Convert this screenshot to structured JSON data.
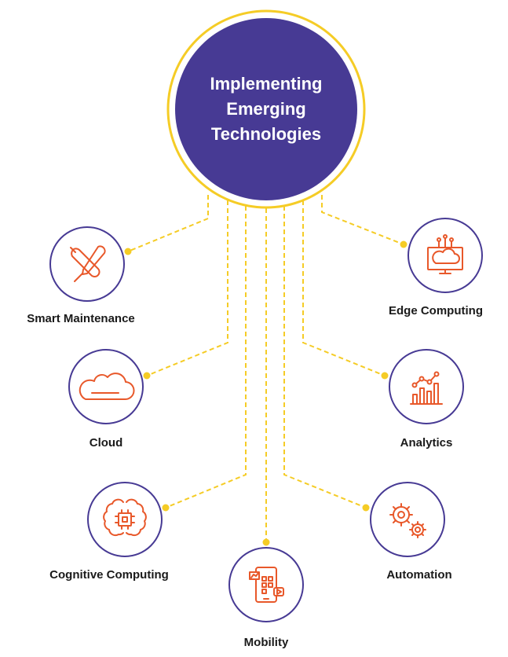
{
  "hub": {
    "title_lines": [
      "Implementing",
      "Emerging",
      "Technologies"
    ]
  },
  "colors": {
    "hub_fill": "#473a94",
    "hub_ring": "#f5cc26",
    "node_ring": "#473a94",
    "connector": "#f5cc26",
    "icon": "#e8582a",
    "label": "#1a1a1a"
  },
  "nodes": [
    {
      "id": "smart-maintenance",
      "label": "Smart Maintenance",
      "icon": "wrench-screwdriver-icon"
    },
    {
      "id": "cloud",
      "label": "Cloud",
      "icon": "cloud-icon"
    },
    {
      "id": "cognitive-computing",
      "label": "Cognitive Computing",
      "icon": "brain-chip-icon"
    },
    {
      "id": "mobility",
      "label": "Mobility",
      "icon": "mobile-apps-icon"
    },
    {
      "id": "automation",
      "label": "Automation",
      "icon": "gears-icon"
    },
    {
      "id": "analytics",
      "label": "Analytics",
      "icon": "bar-chart-icon"
    },
    {
      "id": "edge-computing",
      "label": "Edge Computing",
      "icon": "cloud-monitor-icon"
    }
  ]
}
